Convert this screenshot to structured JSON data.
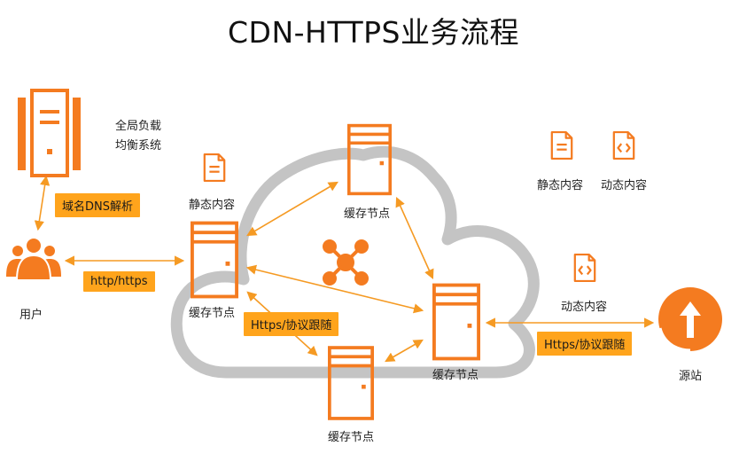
{
  "title": "CDN-HTTPS业务流程",
  "labels": {
    "gslb": [
      "全局负载",
      "均衡系统"
    ],
    "user": "用户",
    "origin": "源站",
    "static_content": "静态内容",
    "legend_static": "静态内容",
    "legend_dynamic": "动态内容",
    "dynamic_content": "动态内容",
    "cache_top": "缓存节点",
    "cache_left": "缓存节点",
    "cache_right": "缓存节点",
    "cache_bottom": "缓存节点"
  },
  "tags": {
    "dns": "域名DNS解析",
    "http": "http/https",
    "follow_left": "Https/协议跟随",
    "follow_right": "Https/协议跟随"
  },
  "colors": {
    "accent": "#f47b20",
    "tag_bg": "#ffa41c",
    "cloud": "#c4c4c4"
  }
}
